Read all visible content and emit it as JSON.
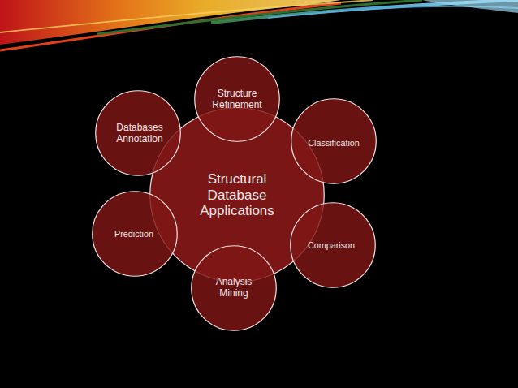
{
  "diagram": {
    "nodes": [
      {
        "text": [
          "Structural Database Applications"
        ]
      },
      {
        "text": [
          "Structure Refinement"
        ]
      },
      {
        "text": [
          "Classification"
        ]
      },
      {
        "text": [
          "Comparison"
        ]
      },
      {
        "text": [
          "Analysis Mining"
        ]
      },
      {
        "text": [
          "Prediction"
        ]
      },
      {
        "text": [
          "Databases Annotation"
        ]
      }
    ]
  }
}
